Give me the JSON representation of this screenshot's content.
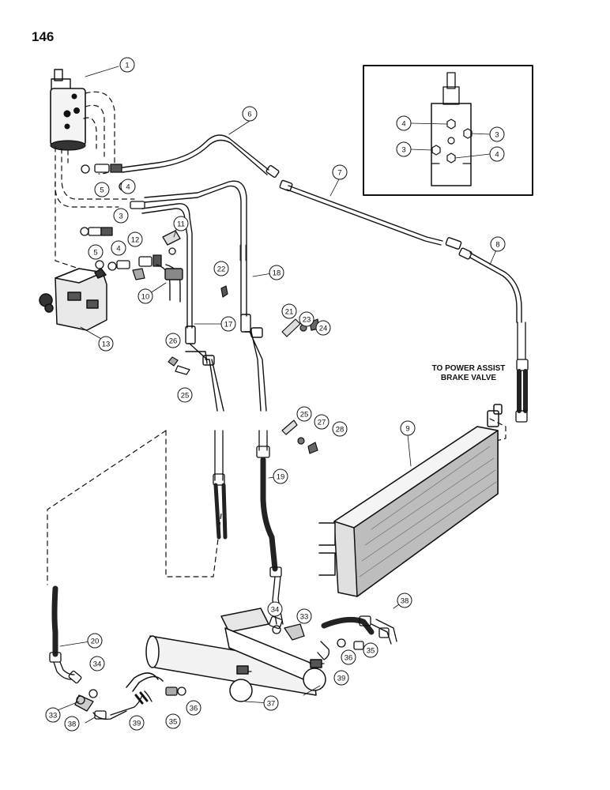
{
  "page_number": "146",
  "note": {
    "line1": "TO POWER ASSIST",
    "line2": "BRAKE VALVE"
  },
  "callouts": {
    "c1": "1",
    "c3a": "3",
    "c4a": "4",
    "c5a": "5",
    "c4b": "4",
    "c5b": "5",
    "c6": "6",
    "c7": "7",
    "c8": "8",
    "c9": "9",
    "c10": "10",
    "c11": "11",
    "c12": "12",
    "c13": "13",
    "c17": "17",
    "c18": "18",
    "c19": "19",
    "c20": "20",
    "c21": "21",
    "c22": "22",
    "c23": "23",
    "c24": "24",
    "c25a": "25",
    "c25b": "25",
    "c26": "26",
    "c27": "27",
    "c28": "28",
    "c33a": "33",
    "c33b": "33",
    "c34a": "34",
    "c34b": "34",
    "c35a": "35",
    "c35b": "35",
    "c36a": "36",
    "c36b": "36",
    "c37": "37",
    "c38a": "38",
    "c38b": "38",
    "c39a": "39",
    "c39b": "39",
    "inset_4a": "4",
    "inset_4b": "4",
    "inset_3a": "3",
    "inset_3b": "3"
  }
}
